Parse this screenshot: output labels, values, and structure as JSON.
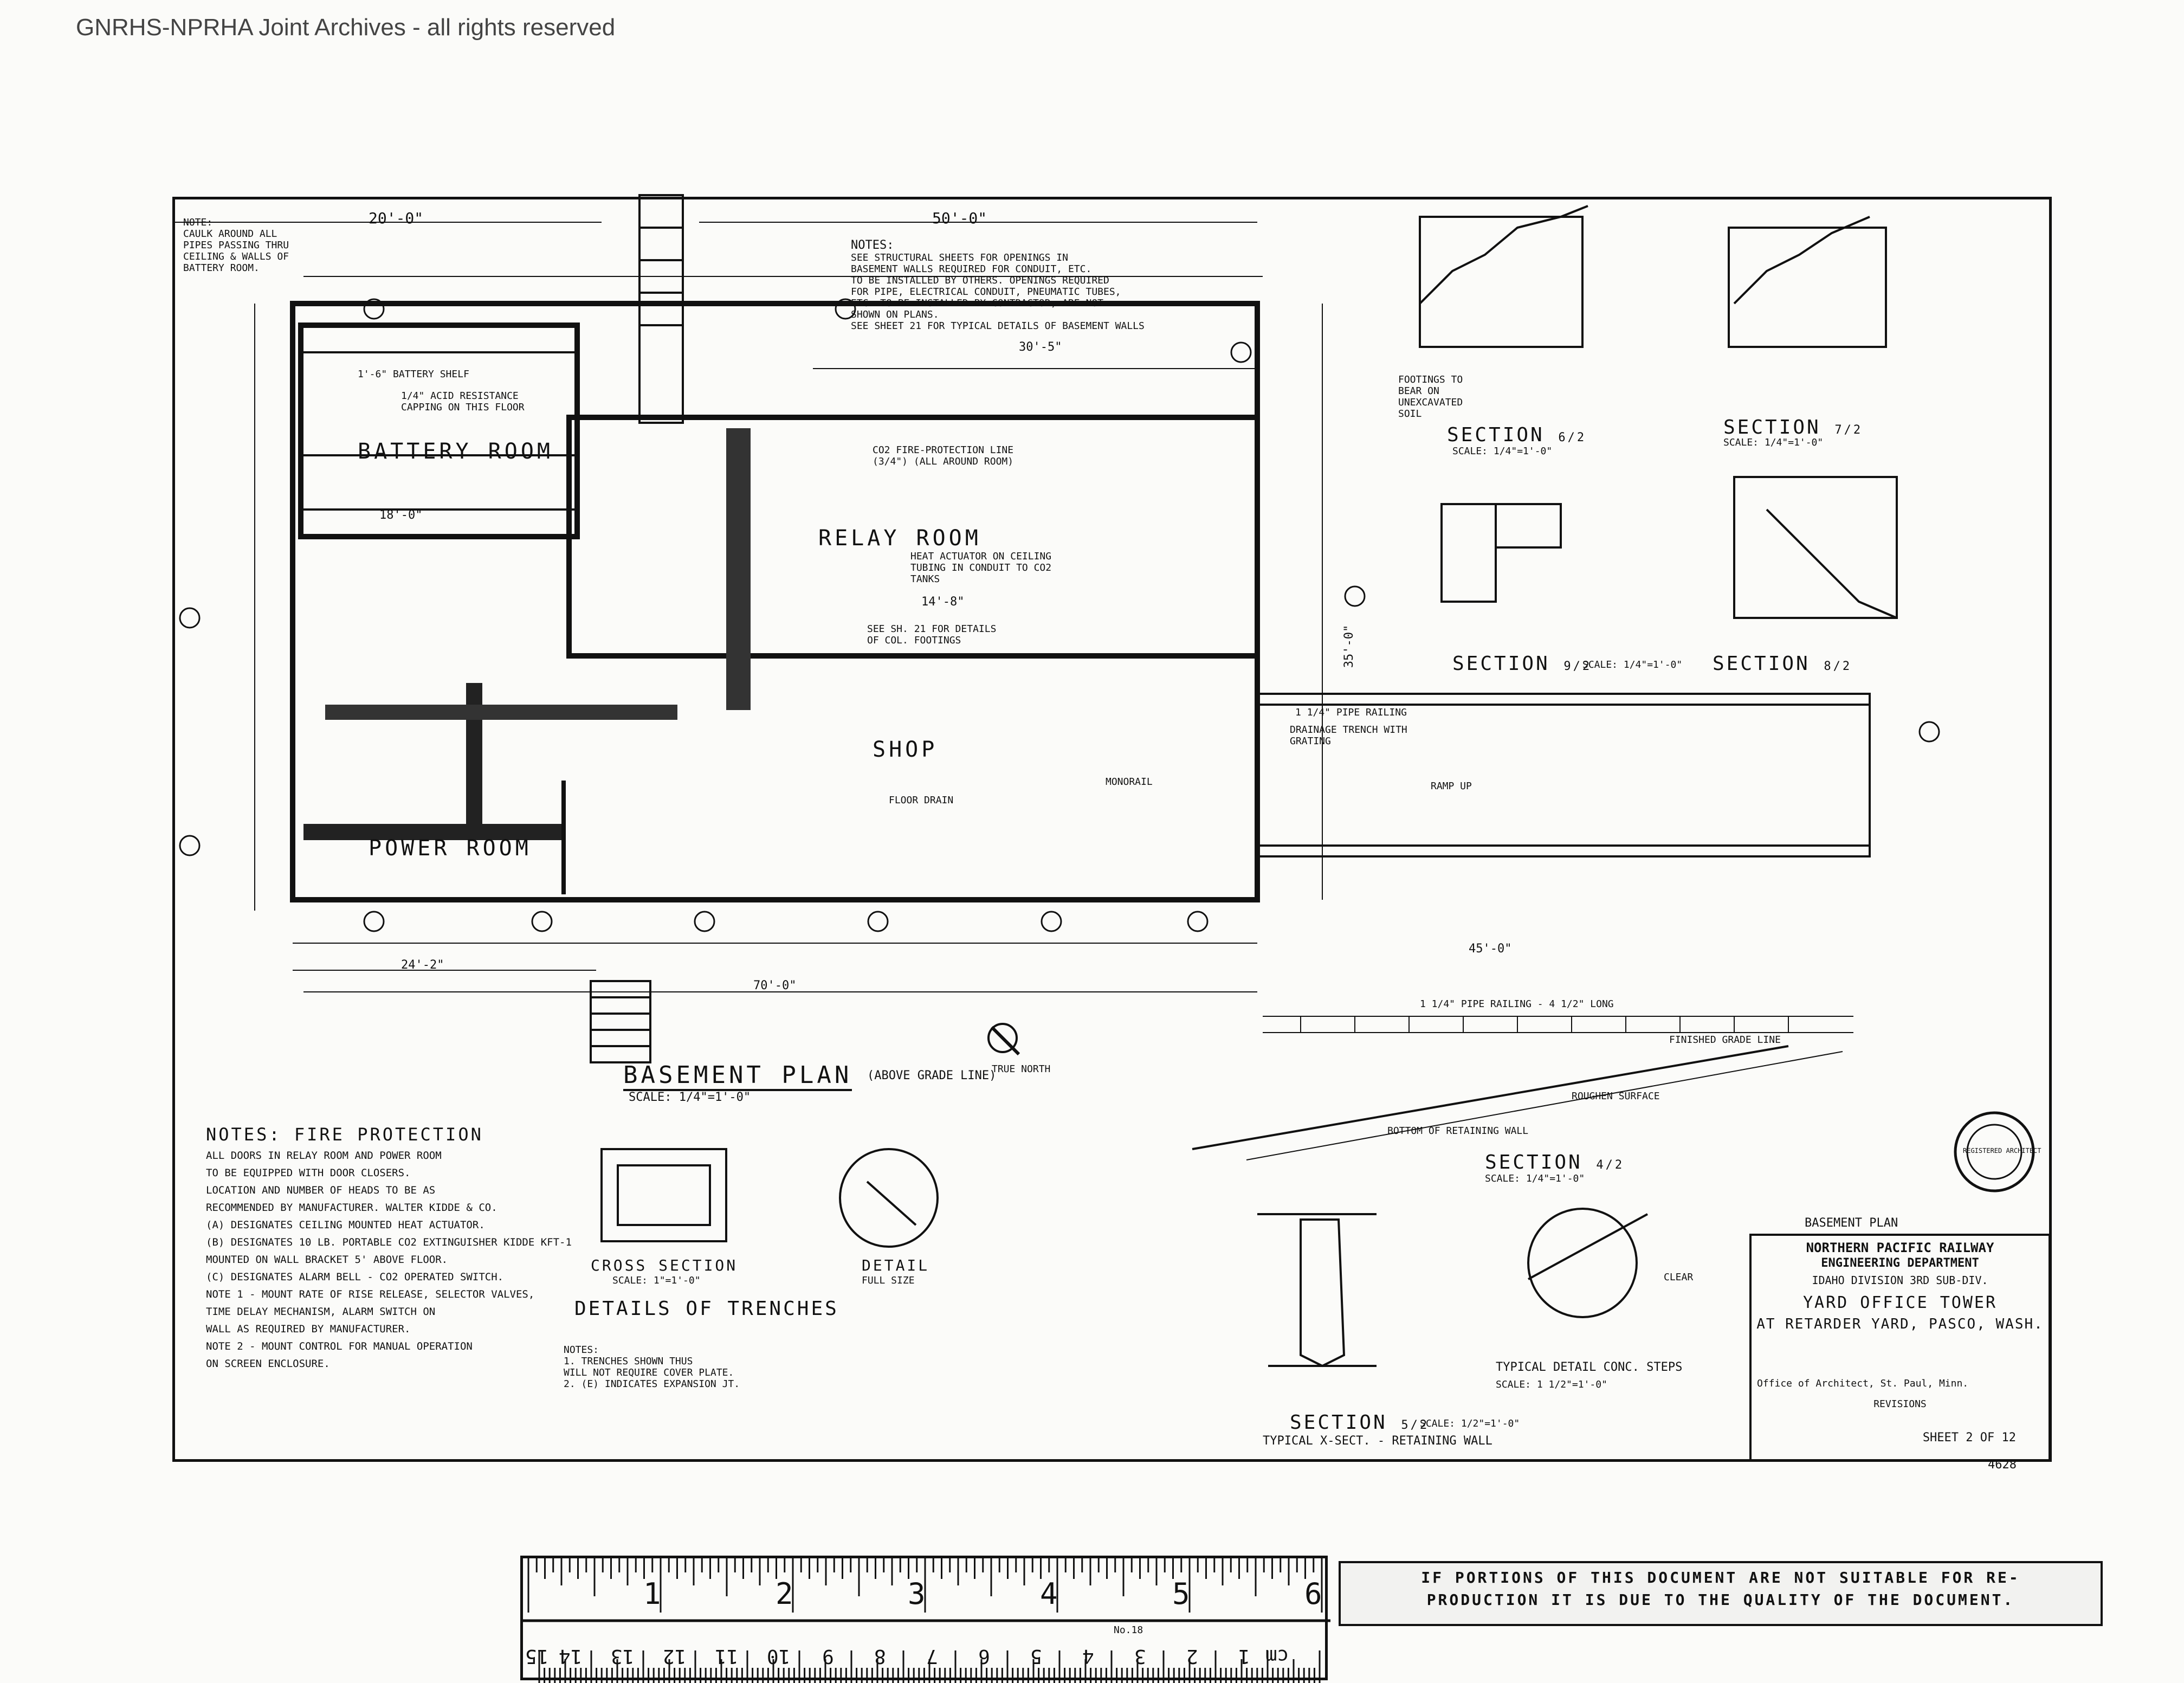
{
  "watermark": "GNRHS-NPRHA Joint Archives - all rights reserved",
  "plan": {
    "title": "BASEMENT PLAN",
    "title_note": "(ABOVE GRADE LINE)",
    "scale": "SCALE: 1/4\"=1'-0\"",
    "rooms": {
      "battery": "BATTERY ROOM",
      "relay": "RELAY ROOM",
      "shop": "SHOP",
      "power": "POWER ROOM"
    },
    "dims": {
      "top_left": "20'-0\"",
      "top_mid": "50'-0\"",
      "relay_width": "30'-5\"",
      "relay_inner": "14'-8\"",
      "bottom_total": "70'-0\"",
      "bottom_left": "24'-2\"",
      "ramp": "45'-0\"",
      "side_right": "35'-0\"",
      "battery_inner": "18'-0\""
    },
    "callouts": {
      "battery_shelf": "1'-6\" BATTERY SHELF",
      "acid_capping": "1/4\" ACID RESISTANCE CAPPING ON THIS FLOOR",
      "fire_line": "CO2 FIRE-PROTECTION LINE (3/4\") (ALL AROUND ROOM)",
      "heat_actuator": "HEAT ACTUATOR ON CEILING TUBING IN CONDUIT TO CO2 TANKS",
      "trench_details": "SEE SH. 21 FOR DETAILS OF COL. FOOTINGS",
      "monorail": "MONORAIL",
      "floor_drain": "FLOOR DRAIN",
      "pipe_railing": "1 1/4\" PIPE RAILING",
      "drainage_trench": "DRAINAGE TRENCH WITH GRATING",
      "ramp_up": "RAMP UP",
      "north": "TRUE NORTH"
    },
    "notes_top": {
      "heading": "NOTES:",
      "lines": [
        "SEE STRUCTURAL SHEETS FOR OPENINGS IN",
        "BASEMENT WALLS REQUIRED FOR CONDUIT, ETC.",
        "TO BE INSTALLED BY OTHERS. OPENINGS REQUIRED",
        "FOR PIPE, ELECTRICAL CONDUIT, PNEUMATIC TUBES,",
        "ETC. TO BE INSTALLED BY CONTRACTOR, ARE NOT",
        "SHOWN ON PLANS.",
        "SEE SHEET 21 FOR TYPICAL DETAILS OF BASEMENT WALLS"
      ]
    },
    "note_corner": [
      "NOTE:",
      "CAULK AROUND ALL",
      "PIPES PASSING THRU",
      "CEILING & WALLS OF",
      "BATTERY ROOM."
    ]
  },
  "fire_notes": {
    "heading": "NOTES: FIRE PROTECTION",
    "lines": [
      "ALL DOORS IN RELAY ROOM AND POWER ROOM",
      "TO BE EQUIPPED WITH DOOR CLOSERS.",
      "",
      "LOCATION AND NUMBER OF HEADS TO BE AS",
      "RECOMMENDED BY MANUFACTURER. WALTER KIDDE & CO.",
      "",
      "(A) DESIGNATES CEILING MOUNTED HEAT ACTUATOR.",
      "(B) DESIGNATES 10 LB. PORTABLE CO2 EXTINGUISHER KIDDE KFT-1",
      "    MOUNTED ON WALL BRACKET 5' ABOVE FLOOR.",
      "(C) DESIGNATES ALARM BELL - CO2 OPERATED SWITCH.",
      "NOTE 1 - MOUNT RATE OF RISE RELEASE, SELECTOR VALVES,",
      "    TIME DELAY MECHANISM, ALARM SWITCH ON",
      "    WALL AS REQUIRED BY MANUFACTURER.",
      "NOTE 2 - MOUNT CONTROL FOR MANUAL OPERATION",
      "    ON SCREEN ENCLOSURE."
    ]
  },
  "details": {
    "cross_section": "CROSS SECTION",
    "cross_scale": "SCALE: 1\"=1'-0\"",
    "detail": "DETAIL",
    "detail_scale": "FULL SIZE",
    "trenches": "DETAILS OF TRENCHES",
    "trench_notes": [
      "NOTES:",
      "1. TRENCHES SHOWN THUS",
      "   WILL NOT REQUIRE COVER PLATE.",
      "2. (E) INDICATES EXPANSION JT."
    ]
  },
  "sections": [
    {
      "label": "SECTION",
      "num": "6/2",
      "scale": "SCALE: 1/4\"=1'-0\""
    },
    {
      "label": "SECTION",
      "num": "7/2",
      "scale": "SCALE: 1/4\"=1'-0\""
    },
    {
      "label": "SECTION",
      "num": "9/2",
      "scale": "SCALE: 1/4\"=1'-0\""
    },
    {
      "label": "SECTION",
      "num": "8/2",
      "scale": ""
    },
    {
      "label": "SECTION",
      "num": "4/2",
      "scale": "SCALE: 1/4\"=1'-0\""
    },
    {
      "label": "SECTION",
      "num": "5/2",
      "scale": "SCALE: 1/2\"=1'-0\""
    }
  ],
  "section_notes": {
    "footings": "FOOTINGS TO BEAR ON UNEXCAVATED SOIL",
    "retaining_wall": "TYPICAL X-SECT. - RETAINING WALL",
    "stair_detail": "TYPICAL DETAIL CONC. STEPS",
    "stair_scale": "SCALE: 1 1/2\"=1'-0\"",
    "ramp_railing": "1 1/4\" PIPE RAILING - 4 1/2\" LONG",
    "finished_grade": "FINISHED GRADE LINE",
    "roughen": "ROUGHEN SURFACE",
    "bottom_wall": "BOTTOM OF RETAINING WALL",
    "clear": "CLEAR"
  },
  "title_block": {
    "sheet_label": "BASEMENT PLAN",
    "company": "NORTHERN PACIFIC RAILWAY",
    "dept": "ENGINEERING DEPARTMENT",
    "division": "IDAHO DIVISION 3RD SUB-DIV.",
    "project": "YARD OFFICE TOWER",
    "location": "AT RETARDER YARD, PASCO, WASH.",
    "office": "Office of Architect, St. Paul, Minn.",
    "revisions": "REVISIONS",
    "sheet": "SHEET 2 OF 12",
    "file_no": "4628"
  },
  "ruler": {
    "inches": [
      "1",
      "2",
      "3",
      "4",
      "5",
      "6"
    ],
    "cm": [
      "1",
      "2",
      "3",
      "4",
      "5",
      "6",
      "7",
      "8",
      "9",
      "10",
      "11",
      "12",
      "13",
      "14",
      "15"
    ],
    "cm_prefix": "cm",
    "model": "No.18"
  },
  "legibility_notice": {
    "line1": "IF PORTIONS OF THIS DOCUMENT ARE NOT SUITABLE FOR RE-",
    "line2": "PRODUCTION IT IS DUE TO THE QUALITY OF THE DOCUMENT."
  },
  "stamp": "REGISTERED ARCHITECT"
}
